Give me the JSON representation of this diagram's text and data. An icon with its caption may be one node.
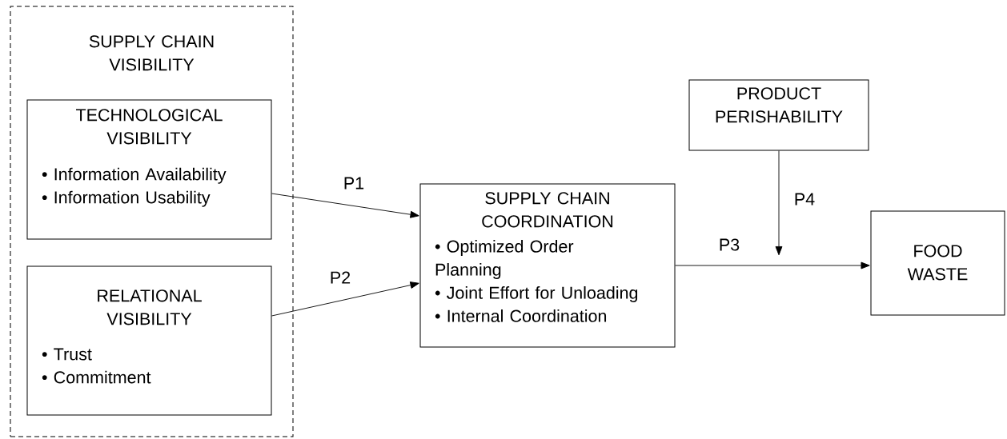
{
  "diagram": {
    "nodes": [
      {
        "text": [
          "SUPPLY CHAIN VISIBILITY"
        ]
      },
      {
        "text": [
          "TECHNOLOGICAL VISIBILITY",
          "• Information Availability",
          "• Information Usability"
        ],
        "in": 0
      },
      {
        "text": [
          "RELATIONAL VISIBILITY",
          "• Trust",
          "• Commitment"
        ],
        "in": 0
      },
      {
        "text": [
          "SUPPLY CHAIN COORDINATION",
          "• Optimized Order Planning",
          "• Joint Effort for Unloading",
          "• Internal Coordination"
        ]
      },
      {
        "text": [
          "PRODUCT PERISHABILITY"
        ]
      },
      {
        "text": [
          "FOOD WASTE"
        ]
      }
    ],
    "edges": [
      {
        "from": 1,
        "to": 3,
        "arrow": "to",
        "label": "P1"
      },
      {
        "from": 2,
        "to": 3,
        "arrow": "to",
        "label": "P2"
      },
      {
        "from": 3,
        "to": 5,
        "arrow": "to",
        "label": "P3"
      },
      {
        "from": 4,
        "to": null,
        "arrow": "to",
        "label": "P4"
      }
    ]
  }
}
